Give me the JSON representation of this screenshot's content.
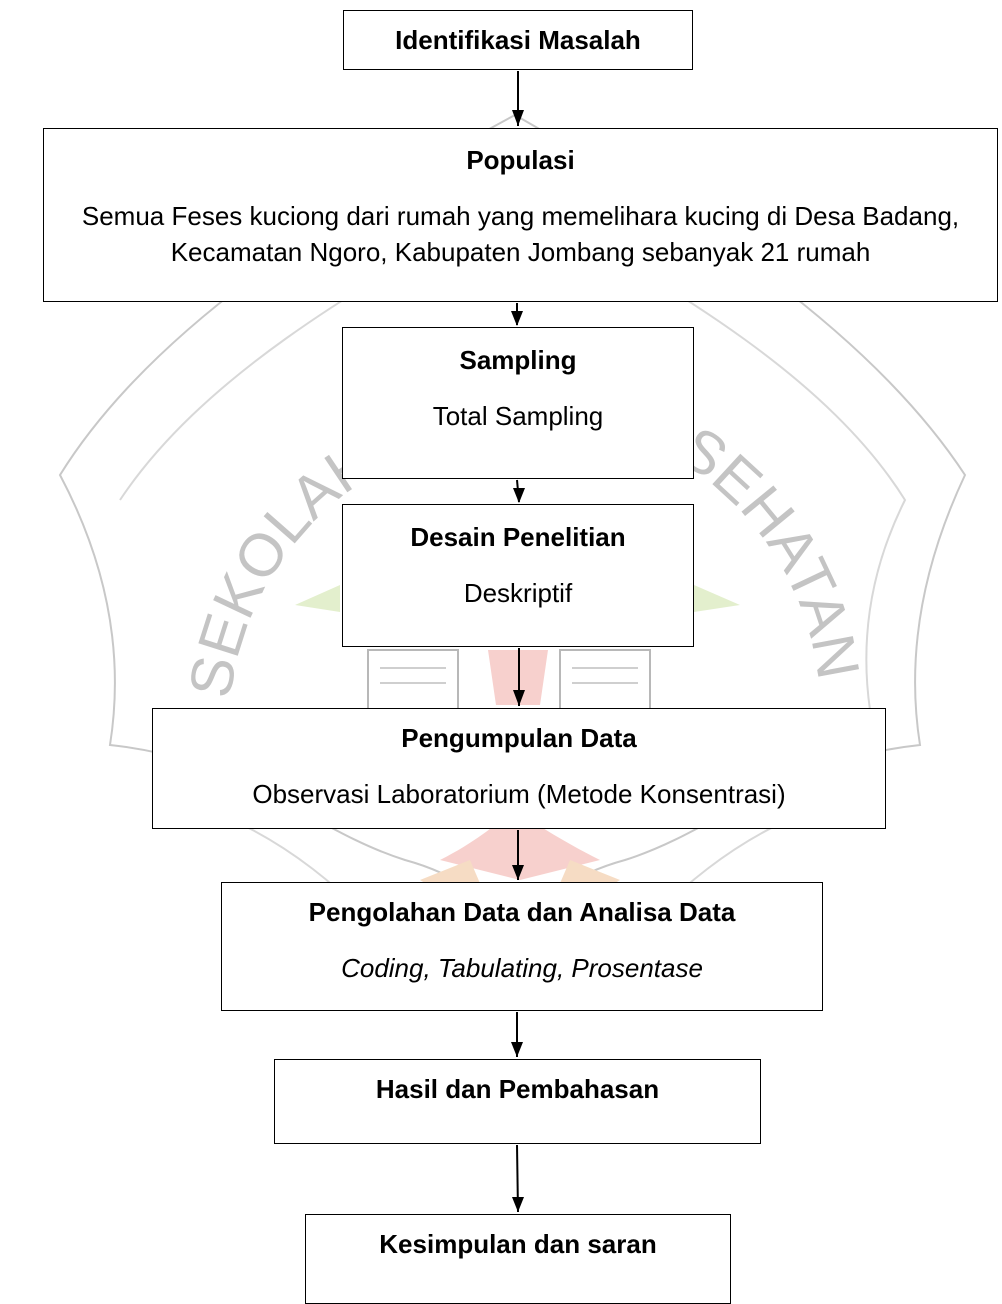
{
  "nodes": [
    {
      "id": "identifikasi",
      "title": "Identifikasi Masalah",
      "description": ""
    },
    {
      "id": "populasi",
      "title": "Populasi",
      "description": "Semua Feses kuciong dari rumah yang memelihara kucing di Desa Badang, Kecamatan Ngoro, Kabupaten Jombang sebanyak 21 rumah"
    },
    {
      "id": "sampling",
      "title": "Sampling",
      "description": "Total Sampling"
    },
    {
      "id": "desain",
      "title": "Desain Penelitian",
      "description": "Deskriptif"
    },
    {
      "id": "pengumpulan",
      "title": "Pengumpulan Data",
      "description": "Observasi Laboratorium (Metode Konsentrasi)"
    },
    {
      "id": "pengolahan",
      "title": "Pengolahan Data dan Analisa Data",
      "description": "Coding, Tabulating, Prosentase"
    },
    {
      "id": "hasil",
      "title": "Hasil dan Pembahasan",
      "description": ""
    },
    {
      "id": "kesimpulan",
      "title": "Kesimpulan dan saran",
      "description": ""
    }
  ],
  "edges": [
    {
      "from": "identifikasi",
      "to": "populasi"
    },
    {
      "from": "populasi",
      "to": "sampling"
    },
    {
      "from": "sampling",
      "to": "desain"
    },
    {
      "from": "desain",
      "to": "pengumpulan"
    },
    {
      "from": "pengumpulan",
      "to": "pengolahan"
    },
    {
      "from": "pengolahan",
      "to": "hasil"
    },
    {
      "from": "hasil",
      "to": "kesimpulan"
    }
  ],
  "watermark": {
    "text_left": "SEKOLAH T",
    "text_right": "ESEHATAN",
    "colors": {
      "outline": "#c8c8c8",
      "green": "#e3efcd",
      "red": "#f7d0cd",
      "orange": "#f6dcc4",
      "grey": "#b8b8b8"
    }
  },
  "style": {
    "line_color": "#000000",
    "box_background": "#ffffff"
  }
}
